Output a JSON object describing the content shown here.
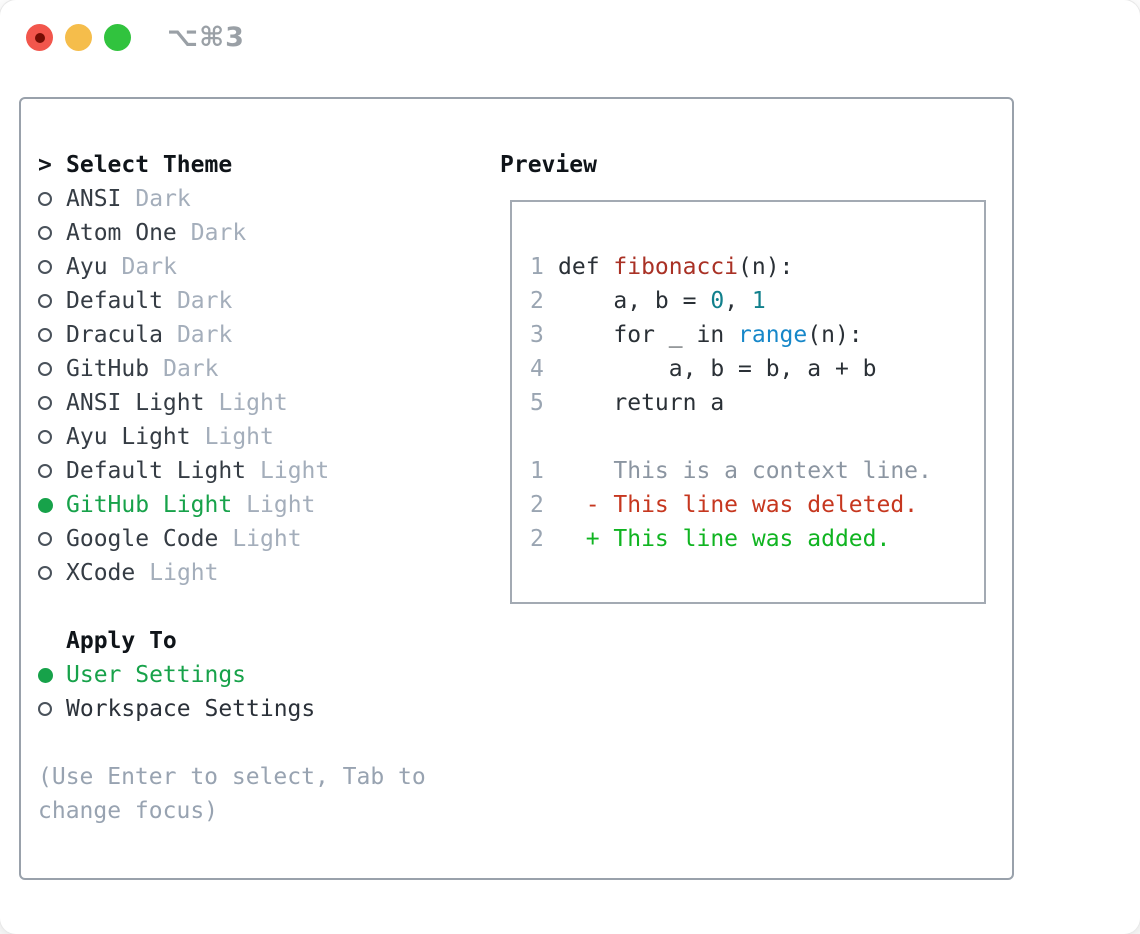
{
  "titlebar": {
    "shortcut_label": "⌥⌘3"
  },
  "colors": {
    "selected_green": "#17a24a",
    "added_green": "#10b421",
    "deleted_red": "#c6371f",
    "function_red": "#a93125",
    "number_teal": "#11808c",
    "builtin_blue": "#1687c9"
  },
  "theme_list": {
    "prompt": ">",
    "title": "Select Theme",
    "items": [
      {
        "name": "ANSI",
        "variant": "Dark",
        "selected": false
      },
      {
        "name": "Atom One",
        "variant": "Dark",
        "selected": false
      },
      {
        "name": "Ayu",
        "variant": "Dark",
        "selected": false
      },
      {
        "name": "Default",
        "variant": "Dark",
        "selected": false
      },
      {
        "name": "Dracula",
        "variant": "Dark",
        "selected": false
      },
      {
        "name": "GitHub",
        "variant": "Dark",
        "selected": false
      },
      {
        "name": "ANSI Light",
        "variant": "Light",
        "selected": false
      },
      {
        "name": "Ayu Light",
        "variant": "Light",
        "selected": false
      },
      {
        "name": "Default Light",
        "variant": "Light",
        "selected": false
      },
      {
        "name": "GitHub Light",
        "variant": "Light",
        "selected": true
      },
      {
        "name": "Google Code",
        "variant": "Light",
        "selected": false
      },
      {
        "name": "XCode",
        "variant": "Light",
        "selected": false
      }
    ]
  },
  "apply_to": {
    "title": "Apply To",
    "items": [
      {
        "label": "User Settings",
        "selected": true
      },
      {
        "label": "Workspace Settings",
        "selected": false
      }
    ]
  },
  "help": {
    "line1": "(Use Enter to select, Tab to",
    "line2": "change focus)"
  },
  "preview": {
    "title": "Preview",
    "code_lines": [
      {
        "num": "1",
        "tokens": [
          {
            "text": "def ",
            "style": "plain"
          },
          {
            "text": "fibonacci",
            "style": "function"
          },
          {
            "text": "(n):",
            "style": "plain"
          }
        ]
      },
      {
        "num": "2",
        "tokens": [
          {
            "text": "    a, b = ",
            "style": "plain"
          },
          {
            "text": "0",
            "style": "number"
          },
          {
            "text": ", ",
            "style": "plain"
          },
          {
            "text": "1",
            "style": "number"
          }
        ]
      },
      {
        "num": "3",
        "tokens": [
          {
            "text": "    for _ in ",
            "style": "plain"
          },
          {
            "text": "range",
            "style": "builtin"
          },
          {
            "text": "(n):",
            "style": "plain"
          }
        ]
      },
      {
        "num": "4",
        "tokens": [
          {
            "text": "        a, b = b, a + b",
            "style": "plain"
          }
        ]
      },
      {
        "num": "5",
        "tokens": [
          {
            "text": "    return a",
            "style": "plain"
          }
        ]
      }
    ],
    "diff_lines": [
      {
        "num": "1",
        "text": "    This is a context line.",
        "kind": "context"
      },
      {
        "num": "2",
        "text": "  - This line was deleted.",
        "kind": "deleted"
      },
      {
        "num": "2",
        "text": "  + This line was added.",
        "kind": "added"
      }
    ]
  }
}
